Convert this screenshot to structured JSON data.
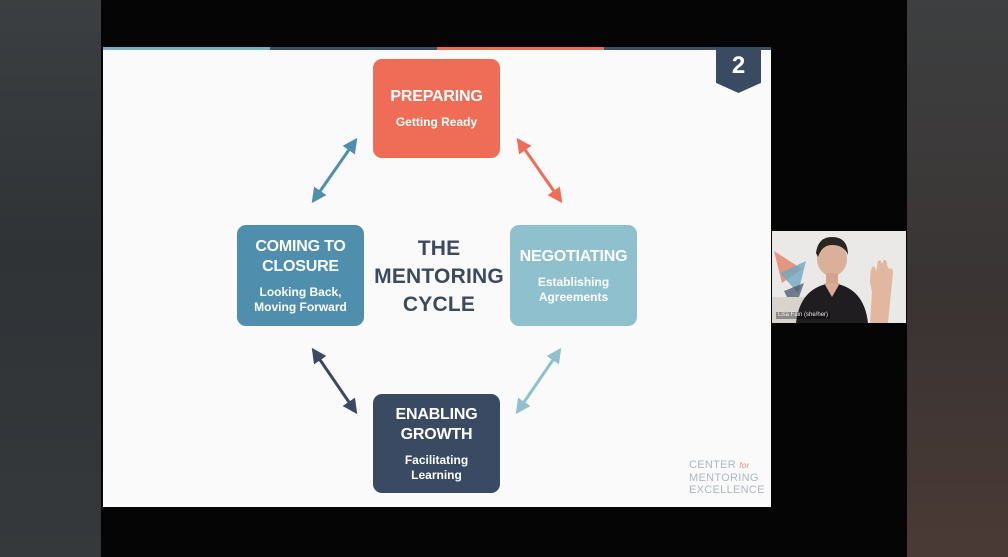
{
  "slide": {
    "number": "2",
    "center_title": [
      "THE",
      "MENTORING",
      "CYCLE"
    ],
    "stages": {
      "preparing": {
        "title": [
          "PREPARING"
        ],
        "sub": [
          "Getting Ready"
        ],
        "color": "#ef6c56"
      },
      "negotiating": {
        "title": [
          "NEGOTIATING"
        ],
        "sub": [
          "Establishing",
          "Agreements"
        ],
        "color": "#8fc0cd"
      },
      "enabling": {
        "title": [
          "ENABLING",
          "GROWTH"
        ],
        "sub": [
          "Facilitating",
          "Learning"
        ],
        "color": "#3a4a62"
      },
      "closure": {
        "title": [
          "COMING TO",
          "CLOSURE"
        ],
        "sub": [
          "Looking Back,",
          "Moving Forward"
        ],
        "color": "#4f8ead"
      }
    },
    "logo": {
      "line1": "CENTER",
      "for": "for",
      "line2": "MENTORING",
      "line3": "EXCELLENCE"
    }
  },
  "webcam": {
    "participant_name": "Lisa Fain (she/her)"
  },
  "colors": {
    "arrow_coral": "#ef6c56",
    "arrow_teal": "#4f8ead",
    "arrow_light": "#8fc0cd",
    "arrow_navy": "#3a4a62"
  }
}
